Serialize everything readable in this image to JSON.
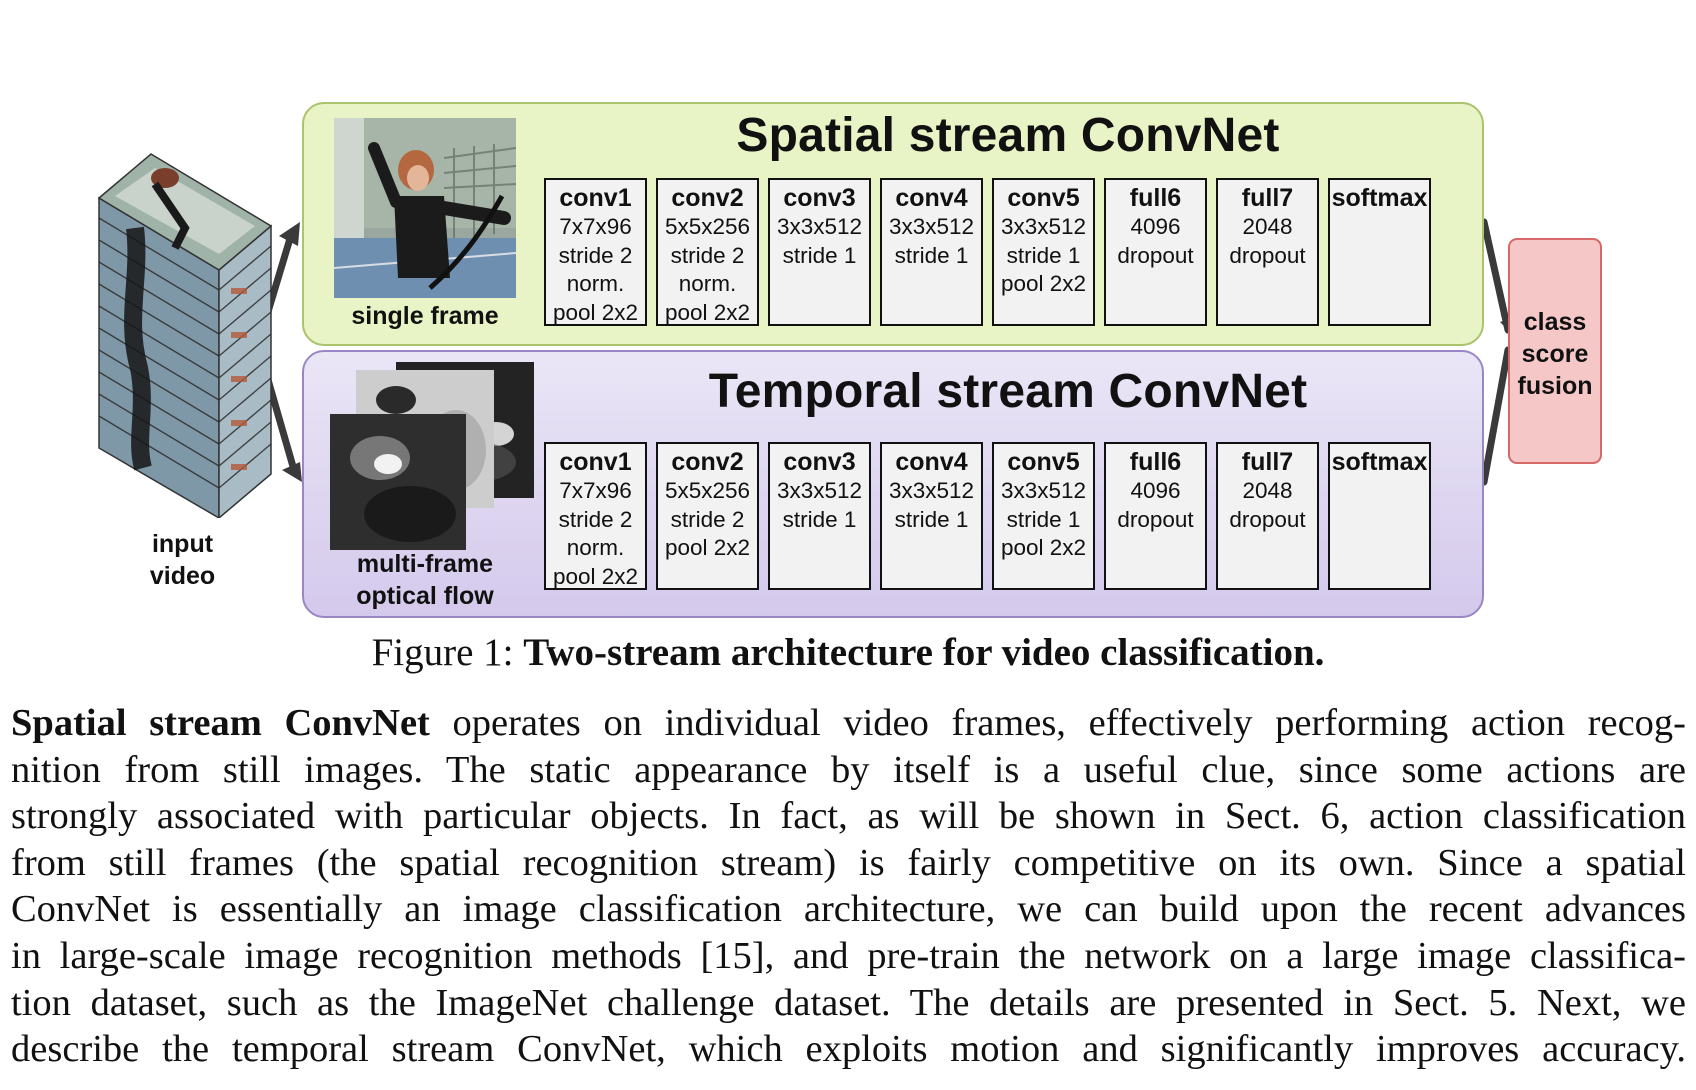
{
  "spatial_stream": {
    "title": "Spatial stream ConvNet",
    "input_caption": "single frame",
    "layers": [
      {
        "name": "conv1",
        "specs": [
          "7x7x96",
          "stride 2",
          "norm.",
          "pool 2x2"
        ]
      },
      {
        "name": "conv2",
        "specs": [
          "5x5x256",
          "stride 2",
          "norm.",
          "pool 2x2"
        ]
      },
      {
        "name": "conv3",
        "specs": [
          "3x3x512",
          "stride 1"
        ]
      },
      {
        "name": "conv4",
        "specs": [
          "3x3x512",
          "stride 1"
        ]
      },
      {
        "name": "conv5",
        "specs": [
          "3x3x512",
          "stride 1",
          "pool 2x2"
        ]
      },
      {
        "name": "full6",
        "specs": [
          "4096",
          "dropout"
        ]
      },
      {
        "name": "full7",
        "specs": [
          "2048",
          "dropout"
        ]
      },
      {
        "name": "softmax",
        "specs": []
      }
    ]
  },
  "temporal_stream": {
    "title": "Temporal stream ConvNet",
    "input_caption_line1": "multi-frame",
    "input_caption_line2": "optical flow",
    "layers": [
      {
        "name": "conv1",
        "specs": [
          "7x7x96",
          "stride 2",
          "norm.",
          "pool 2x2"
        ]
      },
      {
        "name": "conv2",
        "specs": [
          "5x5x256",
          "stride 2",
          "pool 2x2"
        ]
      },
      {
        "name": "conv3",
        "specs": [
          "3x3x512",
          "stride 1"
        ]
      },
      {
        "name": "conv4",
        "specs": [
          "3x3x512",
          "stride 1"
        ]
      },
      {
        "name": "conv5",
        "specs": [
          "3x3x512",
          "stride 1",
          "pool 2x2"
        ]
      },
      {
        "name": "full6",
        "specs": [
          "4096",
          "dropout"
        ]
      },
      {
        "name": "full7",
        "specs": [
          "2048",
          "dropout"
        ]
      },
      {
        "name": "softmax",
        "specs": []
      }
    ]
  },
  "input_video": {
    "line1": "input",
    "line2": "video"
  },
  "fusion": {
    "line1": "class",
    "line2": "score",
    "line3": "fusion"
  },
  "caption": {
    "prefix": "Figure 1: ",
    "title": "Two-stream architecture for video classification."
  },
  "body": {
    "lead": "Spatial stream ConvNet",
    "lines": [
      " operates on individual video frames, effectively performing action recog-",
      "nition from still images.  The static appearance by itself is a useful clue, since some actions are",
      "strongly associated with particular objects. In fact, as will be shown in Sect. 6, action classification",
      "from still frames (the spatial recognition stream) is fairly competitive on its own.  Since a spatial",
      "ConvNet is essentially an image classification architecture, we can build upon the recent advances",
      "in large-scale image recognition methods [15], and pre-train the network on a large image classifica-",
      "tion dataset, such as the ImageNet challenge dataset. The details are presented in Sect. 5. Next, we",
      "describe the temporal stream ConvNet, which exploits motion and significantly improves accuracy."
    ]
  }
}
